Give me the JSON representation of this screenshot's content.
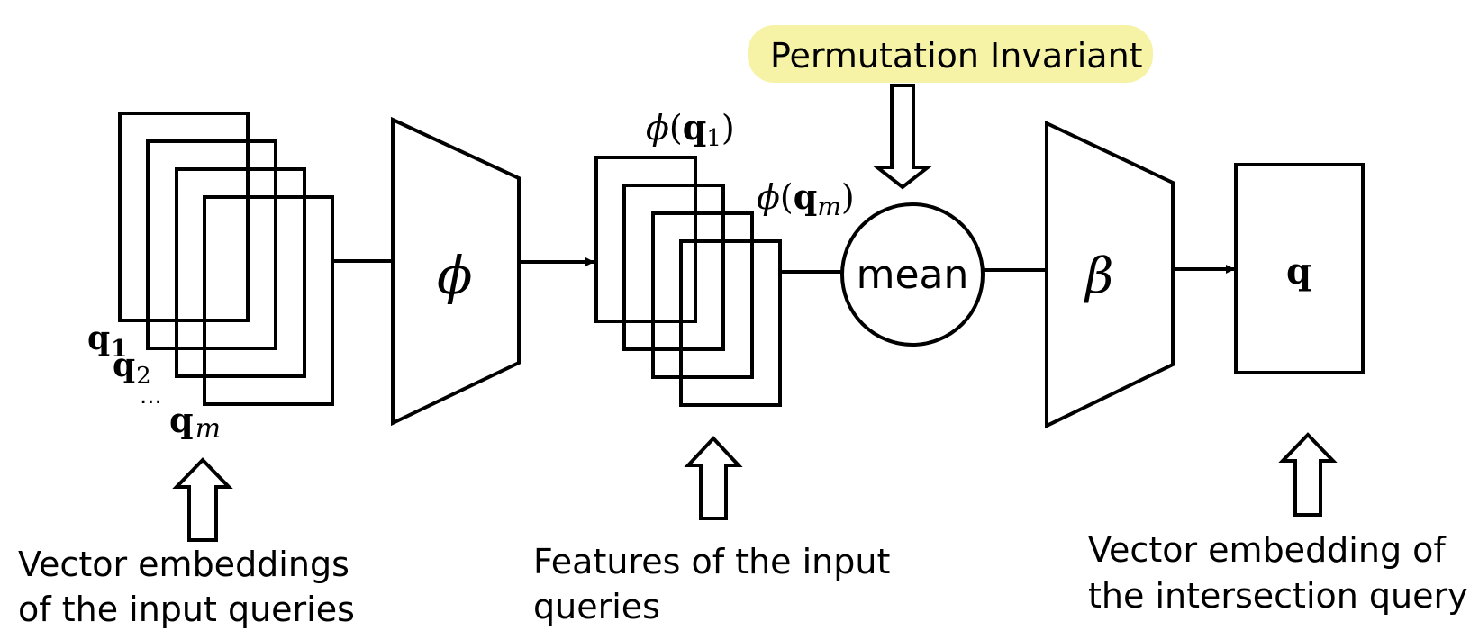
{
  "highlight": {
    "text": "Permutation Invariant",
    "color": "#f6f3a6"
  },
  "inputs": {
    "q1": "q",
    "q1_sub": "1",
    "q2": "q",
    "q2_sub": "2",
    "ellipsis": "...",
    "qm": "q",
    "qm_sub": "m"
  },
  "phi": {
    "symbol": "ϕ"
  },
  "features": {
    "first_fn": "ϕ",
    "first_vec": "q",
    "first_sub": "1",
    "last_fn": "ϕ",
    "last_vec": "q",
    "last_sub": "m",
    "open": "(",
    "close": ")"
  },
  "mean": {
    "label": "mean"
  },
  "beta": {
    "symbol": "β"
  },
  "output": {
    "symbol": "q"
  },
  "captions": {
    "inputs_line1": "Vector embeddings",
    "inputs_line2": "of the input queries",
    "features_line1": "Features of the input",
    "features_line2": "queries",
    "output_line1": "Vector embedding of",
    "output_line2": "the intersection query"
  }
}
